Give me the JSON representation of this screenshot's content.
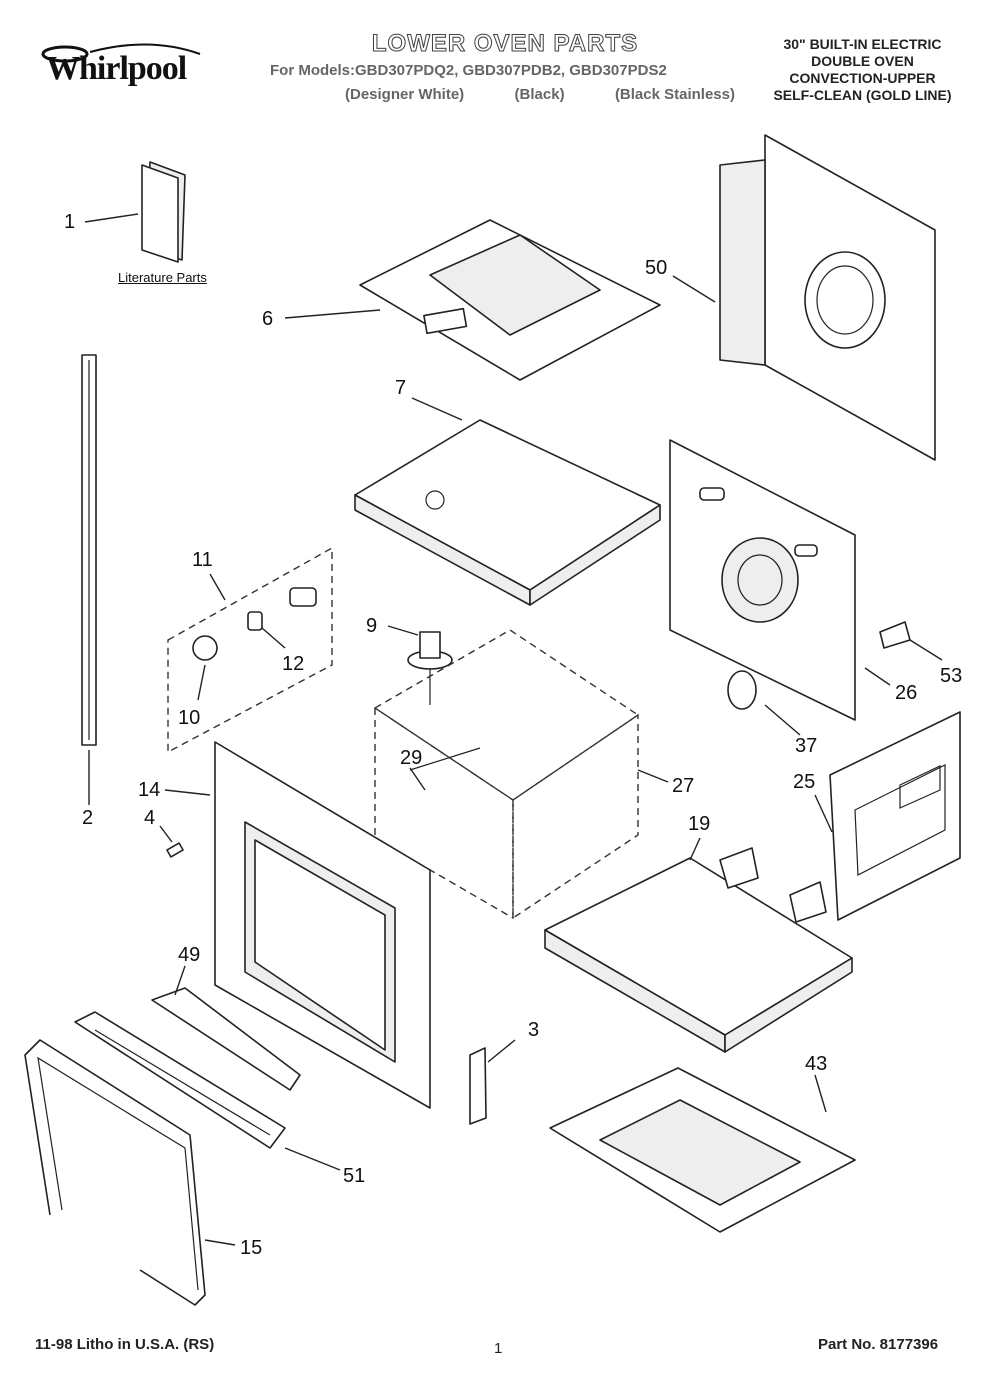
{
  "header": {
    "brand": "Whirlpool",
    "title": "LOWER OVEN PARTS",
    "models_line": "For Models:GBD307PDQ2, GBD307PDB2, GBD307PDS2",
    "variants": [
      "(Designer White)",
      "(Black)",
      "(Black Stainless)"
    ],
    "description": [
      "30\" BUILT-IN ELECTRIC",
      "DOUBLE OVEN",
      "CONVECTION-UPPER",
      "SELF-CLEAN (GOLD LINE)"
    ]
  },
  "labels": {
    "literature": "Literature Parts"
  },
  "callouts": {
    "c1": "1",
    "c2": "2",
    "c3": "3",
    "c4": "4",
    "c6": "6",
    "c7": "7",
    "c9": "9",
    "c10": "10",
    "c11": "11",
    "c12": "12",
    "c14": "14",
    "c15": "15",
    "c19": "19",
    "c25": "25",
    "c26": "26",
    "c27": "27",
    "c29": "29",
    "c37": "37",
    "c43": "43",
    "c49": "49",
    "c50": "50",
    "c51": "51",
    "c53": "53"
  },
  "footer": {
    "litho": "11-98 Litho in U.S.A. (RS)",
    "page": "1",
    "part_no": "Part No. 8177396"
  }
}
